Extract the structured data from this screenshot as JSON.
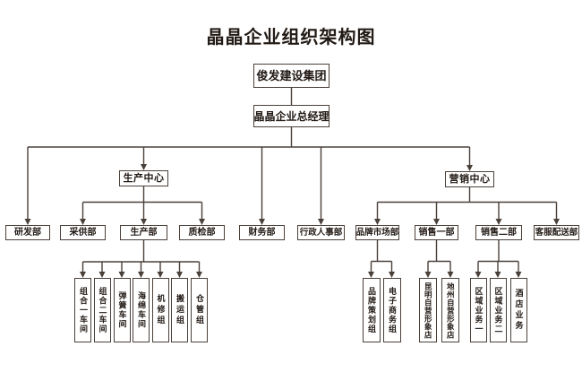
{
  "title": "晶晶企业组织架构图",
  "colors": {
    "line": "#4a403a",
    "text": "#221a15",
    "background": "#ffffff"
  },
  "nodes": {
    "root": "俊发建设集团",
    "gm": "晶晶企业总经理",
    "production_center": "生产中心",
    "marketing_center": "营销中心",
    "rd": "研发部",
    "procurement": "采供部",
    "production": "生产部",
    "qc": "质检部",
    "finance": "财务部",
    "admin_hr": "行政人事部",
    "brand_marketing": "品牌市场部",
    "sales_one": "销售一部",
    "sales_two": "销售二部",
    "customer_delivery": "客服配送部",
    "assembly1": "组合一车间",
    "assembly2": "组合二车间",
    "spring": "弹簧车间",
    "foam": "海绵车间",
    "machine_repair": "机修组",
    "transport": "搬运组",
    "warehouse": "仓管组",
    "brand_planning": "品牌策划组",
    "ecommerce": "电子商务组",
    "kunming_store": "昆明自营形象店",
    "prefecture_store": "地州自营形象店",
    "region1": "区域业务一",
    "region2": "区域业务二",
    "hotel": "酒店业务"
  },
  "hierarchy": {
    "root": [
      "gm"
    ],
    "gm": [
      "rd",
      "production_center",
      "finance",
      "admin_hr",
      "marketing_center"
    ],
    "production_center": [
      "procurement",
      "production",
      "qc"
    ],
    "production": [
      "assembly1",
      "assembly2",
      "spring",
      "foam",
      "machine_repair",
      "transport",
      "warehouse"
    ],
    "marketing_center": [
      "brand_marketing",
      "sales_one",
      "sales_two",
      "customer_delivery"
    ],
    "brand_marketing": [
      "brand_planning",
      "ecommerce"
    ],
    "sales_one": [
      "kunming_store",
      "prefecture_store"
    ],
    "sales_two": [
      "region1",
      "region2",
      "hotel"
    ]
  }
}
